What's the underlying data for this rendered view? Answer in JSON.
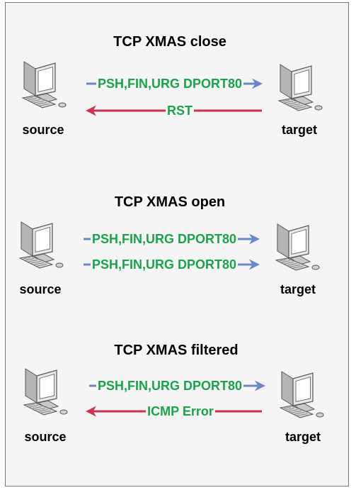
{
  "colors": {
    "request_arrow": "#6b86c9",
    "response_arrow": "#cc3350",
    "label_text": "#1aa34a",
    "frame_bg": "#f5f5f5",
    "frame_border": "#777777"
  },
  "icons": {
    "host": "computer-icon"
  },
  "scenarios": [
    {
      "title": "TCP XMAS close",
      "source_label": "source",
      "target_label": "target",
      "messages": [
        {
          "direction": "source-to-target",
          "label": "PSH,FIN,URG DPORT80"
        },
        {
          "direction": "target-to-source",
          "label": "RST"
        }
      ]
    },
    {
      "title": "TCP XMAS open",
      "source_label": "source",
      "target_label": "target",
      "messages": [
        {
          "direction": "source-to-target",
          "label": "PSH,FIN,URG DPORT80"
        },
        {
          "direction": "source-to-target",
          "label": "PSH,FIN,URG DPORT80"
        }
      ]
    },
    {
      "title": "TCP XMAS filtered",
      "source_label": "source",
      "target_label": "target",
      "messages": [
        {
          "direction": "source-to-target",
          "label": "PSH,FIN,URG DPORT80"
        },
        {
          "direction": "target-to-source",
          "label": "ICMP Error"
        }
      ]
    }
  ]
}
